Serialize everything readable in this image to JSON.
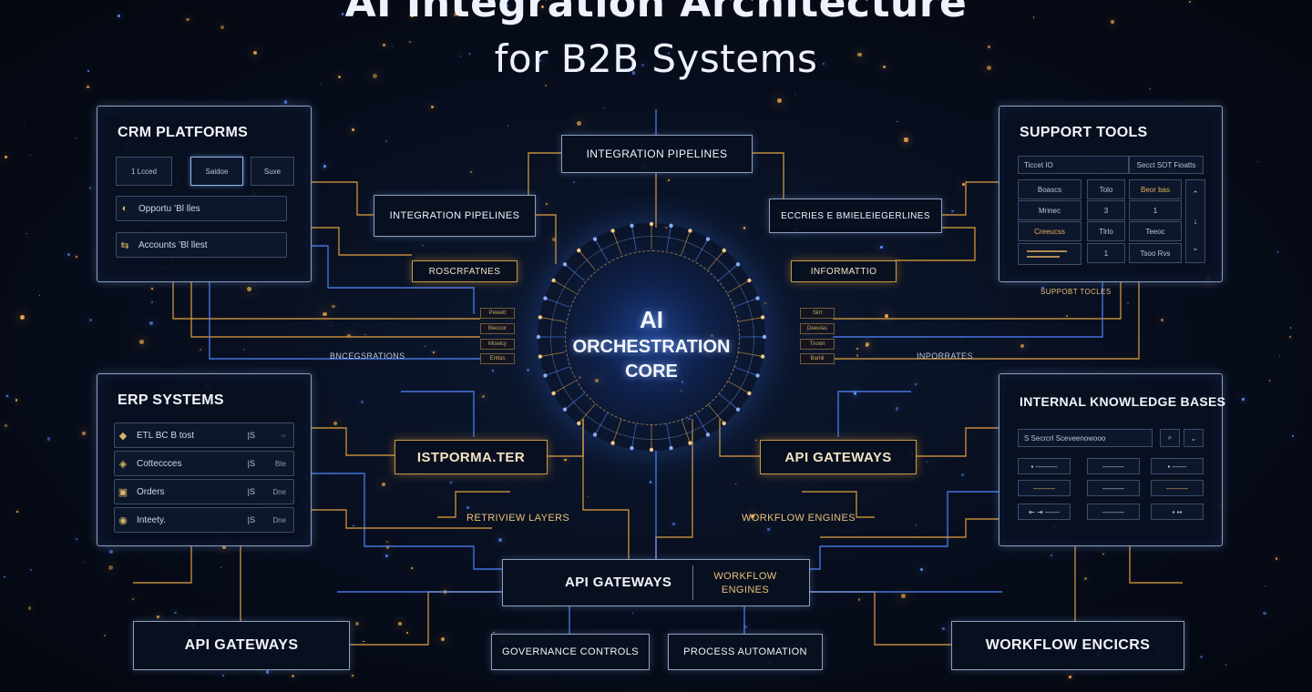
{
  "title": {
    "line1": "AI Integration Architecture",
    "line2": "for B2B Systems"
  },
  "core": {
    "line1": "AI",
    "line2": "ORCHESTRATION",
    "line3": "CORE"
  },
  "crm": {
    "title": "CRM PLATFORMS",
    "cells": [
      "1 Lcced",
      "Saidoe",
      "Suxe"
    ],
    "rows": [
      {
        "icon": "◐",
        "label": "Opportu ’Bl lles"
      },
      {
        "icon": "⇆",
        "label": "Accounts ’Bl llest"
      }
    ]
  },
  "erp": {
    "title": "ERP SYSTEMS",
    "rows": [
      {
        "icon": "◆",
        "label": "ETL BC B tost",
        "tag": "|S",
        "tag2": "◦◦"
      },
      {
        "icon": "◈",
        "label": "Cotteccces",
        "tag": "|S",
        "tag2": "Bte"
      },
      {
        "icon": "▣",
        "label": "Orders",
        "tag": "|S",
        "tag2": "Dne"
      },
      {
        "icon": "◉",
        "label": "Inteety.",
        "tag": "|S",
        "tag2": "Dne"
      }
    ]
  },
  "support": {
    "title": "SUPPORT TOOLS",
    "field1": "Ticcet IO",
    "field2": "Secct SOT Fioatts",
    "left_items": [
      "Boascs",
      "Mrinec",
      "Creeucss"
    ],
    "grid": [
      "Tolo",
      "Beor bas",
      "3",
      "1",
      "Tlrlo",
      "Teeoc",
      "1",
      "Tsoo Rvs"
    ]
  },
  "kb": {
    "title": "INTERNAL KNOWLEDGE BASES",
    "search": "S Secrcrl Sceveenowooo"
  },
  "boxes": {
    "integration_top": "INTEGRATION PIPELINES",
    "integration_left": "INTEGRATION PIPELINES",
    "right_upper": "ECCRIES E BMIELEIEGERLINES",
    "istpormater": "ISTPORMA.TER",
    "api_mid": "API GATEWAYS",
    "api_bottom": "API GATEWAYS",
    "workflow_inner": "WORKFLOW ENGINES",
    "api_left": "API GATEWAYS",
    "governance": "GOVERNANCE CONTROLS",
    "process": "PROCESS AUTOMATION",
    "workflow_right": "WORKFLOW ENCICRS"
  },
  "labels": {
    "roscrfatnes": "ROSCRFATNES",
    "informattio": "INFORMATTIO",
    "bncegsration": "BNCEGSRATIONS",
    "inporrates": "INPORRATES",
    "retriview": "RETRIVIEW LAYERS",
    "workflow_engines": "WORKFLOW ENGINES",
    "support_caption": "SUPPOBT TOCLES",
    "mini_left": [
      "Peieett",
      "Biecoor",
      "Miselcy",
      "Enttas"
    ],
    "mini_right": [
      "Siirt",
      "Deeulas",
      "Tnoon",
      "Bamil"
    ]
  },
  "colors": {
    "amber": "#e8a848",
    "blue": "#3f7dff",
    "panel_border": "#8fa0bb"
  }
}
